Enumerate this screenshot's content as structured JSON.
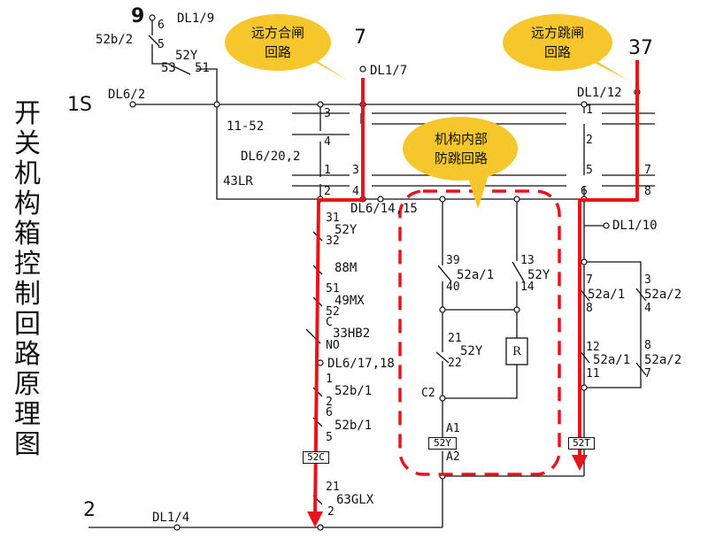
{
  "title": "开关机构箱控制回路原理图",
  "callouts": {
    "remote_close": [
      "远方合闸",
      "回路"
    ],
    "remote_trip": [
      "远方跳闸",
      "回路"
    ],
    "anti_pump": [
      "机构内部",
      "防跳回路"
    ]
  },
  "terminals": {
    "t9": "9",
    "t7": "7",
    "t37": "37",
    "t1s": "1S",
    "t2": "2",
    "dl19": "DL1/9",
    "dl17": "DL1/7",
    "dl112": "DL1/12",
    "dl62": "DL6/2",
    "dl6_20": "DL6/20,2",
    "dl6_14": "DL6/14,15",
    "dl110": "DL1/10",
    "dl6_17": "DL6/17,18",
    "dl14": "DL1/4"
  },
  "contacts": {
    "c52b2": "52b/2",
    "c52y": "52Y",
    "c53": "53",
    "c51": "51",
    "n6": "6",
    "n5": "5",
    "c11_52": "11-52",
    "c43lr": "43LR",
    "n3a": "3",
    "n4a": "4",
    "n1a": "1",
    "n2a": "2",
    "n3b": "3",
    "n4b": "4",
    "n31": "31",
    "c52y_b": "52Y",
    "n32": "32",
    "c88m": "88M",
    "n51b": "51",
    "c49mx": "49MX",
    "n52": "52",
    "nc": "C",
    "c33hb2": "33HB2",
    "nno": "NO",
    "n1c": "1",
    "c52b1": "52b/1",
    "n2c": "2",
    "n6c": "6",
    "c52b1b": "52b/1",
    "n5c": "5",
    "c52c": "52C",
    "n21": "21",
    "c63glx": "63GLX",
    "n2d": "2",
    "n39": "39",
    "c52a1": "52a/1",
    "n40": "40",
    "n13": "13",
    "c52y_c": "52Y",
    "n14": "14",
    "n21b": "21",
    "c52y_d": "52Y",
    "n22": "22",
    "nc2": "C2",
    "resistor": "R",
    "na1": "A1",
    "c52y_coil": "52Y",
    "na2": "A2",
    "n1e": "1",
    "n2e": "2",
    "n5e": "5",
    "n6e": "6",
    "n7e": "7",
    "n8e": "8",
    "n7f": "7",
    "c52a1b": "52a/1",
    "n8f": "8",
    "n3f": "3",
    "c52a2": "52a/2",
    "n4f": "4",
    "n12": "12",
    "c52a1c": "52a/1",
    "n11": "11",
    "n8g": "8",
    "c52a2b": "52a/2",
    "n7g": "7",
    "c52t": "52T"
  },
  "colors": {
    "highlight": "#e8141c",
    "callout_fill": "#f6c72c",
    "wire": "#111111"
  }
}
